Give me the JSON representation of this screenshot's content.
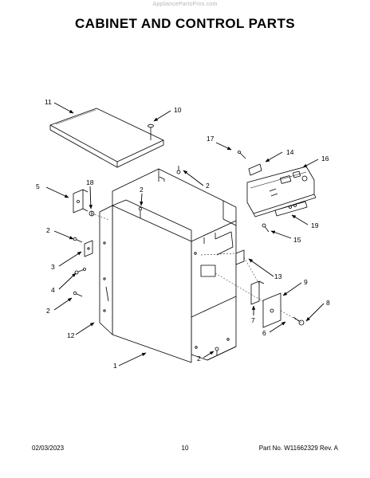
{
  "watermark": "AppliancePartsPros.com",
  "title": "CABINET AND CONTROL PARTS",
  "callouts": {
    "c1": "1",
    "c2a": "2",
    "c2b": "2",
    "c2c": "2",
    "c2d": "2",
    "c2e": "2",
    "c3": "3",
    "c4": "4",
    "c5": "5",
    "c6": "6",
    "c7": "7",
    "c8": "8",
    "c9": "9",
    "c10": "10",
    "c11": "11",
    "c12": "12",
    "c13": "13",
    "c14": "14",
    "c15": "15",
    "c16": "16",
    "c17": "17",
    "c18": "18",
    "c19": "19"
  },
  "footer": {
    "date": "02/03/2023",
    "page": "10",
    "part": "Part No. W11662329  Rev. A"
  }
}
